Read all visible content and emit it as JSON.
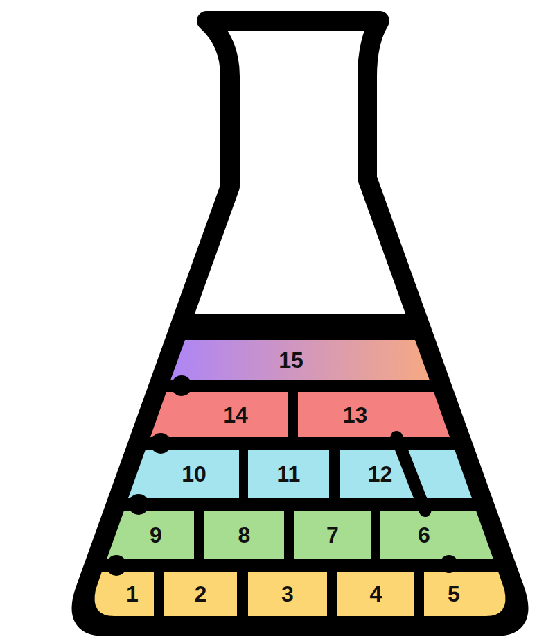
{
  "diagram": {
    "nodes": [
      {
        "text": [
          "15"
        ]
      },
      {
        "text": [
          "14"
        ]
      },
      {
        "text": [
          "13"
        ]
      },
      {
        "text": [
          "10"
        ]
      },
      {
        "text": [
          "11"
        ]
      },
      {
        "text": [
          "12"
        ]
      },
      {
        "text": [
          "9"
        ]
      },
      {
        "text": [
          "8"
        ]
      },
      {
        "text": [
          "7"
        ]
      },
      {
        "text": [
          "6"
        ]
      },
      {
        "text": [
          "1"
        ]
      },
      {
        "text": [
          "2"
        ]
      },
      {
        "text": [
          "3"
        ]
      },
      {
        "text": [
          "4"
        ]
      },
      {
        "text": [
          "5"
        ]
      }
    ],
    "edges": [
      {
        "from": 2,
        "to": 9,
        "arrow": "none"
      }
    ]
  }
}
